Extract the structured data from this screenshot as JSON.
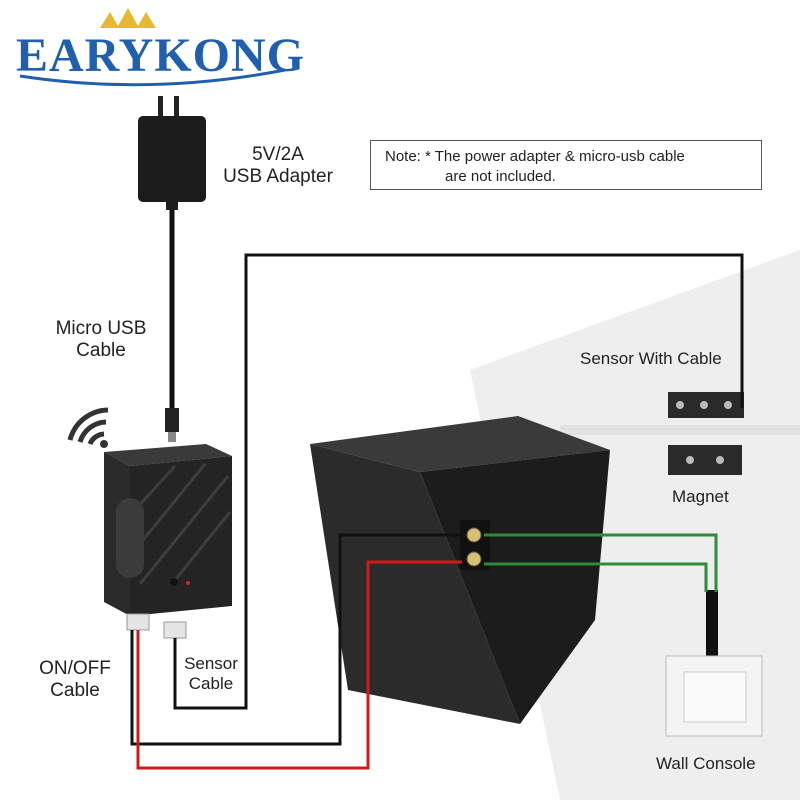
{
  "brand": {
    "name": "EARYKONG",
    "color": "#1f5fae",
    "accent": "#e8b830"
  },
  "adapter": {
    "line1": "5V/2A",
    "line2": "USB Adapter"
  },
  "note": {
    "line1": "Note: * The power adapter & micro-usb cable",
    "line2": "are not included."
  },
  "labels": {
    "micro_usb_line1": "Micro USB",
    "micro_usb_line2": "Cable",
    "sensor_with_cable": "Sensor With Cable",
    "magnet": "Magnet",
    "onoff_line1": "ON/OFF",
    "onoff_line2": "Cable",
    "sensor_cable_line1": "Sensor",
    "sensor_cable_line2": "Cable",
    "wall_console": "Wall Console"
  },
  "icons": [
    "wifi-icon",
    "usb-adapter-icon",
    "controller-device-icon",
    "garage-opener-icon",
    "magnetic-sensor-icon",
    "magnet-icon",
    "wall-switch-icon"
  ],
  "colors": {
    "wire_black": "#111111",
    "wire_red": "#d11a1a",
    "wire_green": "#2e8b3a",
    "device": "#2a2a2a"
  }
}
